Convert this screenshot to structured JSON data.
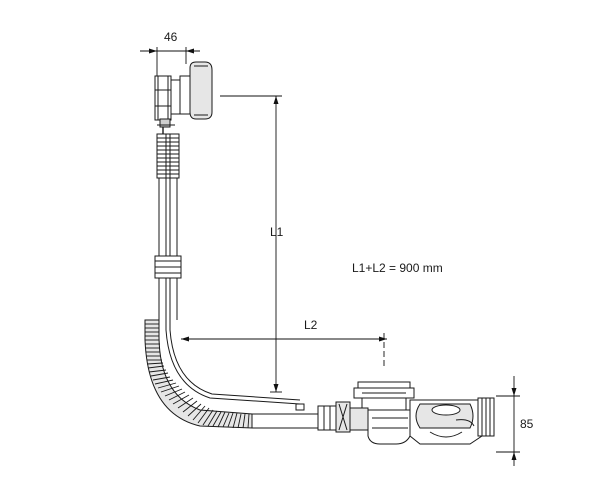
{
  "labels": {
    "width_dim": "46",
    "l1": "L1",
    "l2": "L2",
    "height_dim": "85",
    "formula": "L1+L2 = 900 mm"
  }
}
